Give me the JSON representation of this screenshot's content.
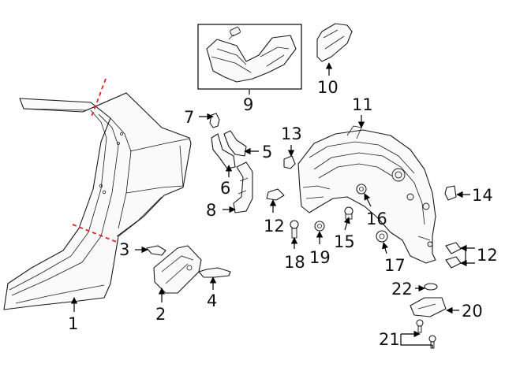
{
  "callouts": {
    "c1": "1",
    "c2": "2",
    "c3": "3",
    "c4": "4",
    "c5": "5",
    "c6": "6",
    "c7": "7",
    "c8": "8",
    "c9": "9",
    "c10": "10",
    "c11": "11",
    "c12a": "12",
    "c12b": "12",
    "c13": "13",
    "c14": "14",
    "c15": "15",
    "c16": "16",
    "c17": "17",
    "c18": "18",
    "c19": "19",
    "c20": "20",
    "c21": "21",
    "c22": "22"
  },
  "colors": {
    "line": "#1a1a1a",
    "cut_line": "#e0201b",
    "background": "#ffffff"
  }
}
